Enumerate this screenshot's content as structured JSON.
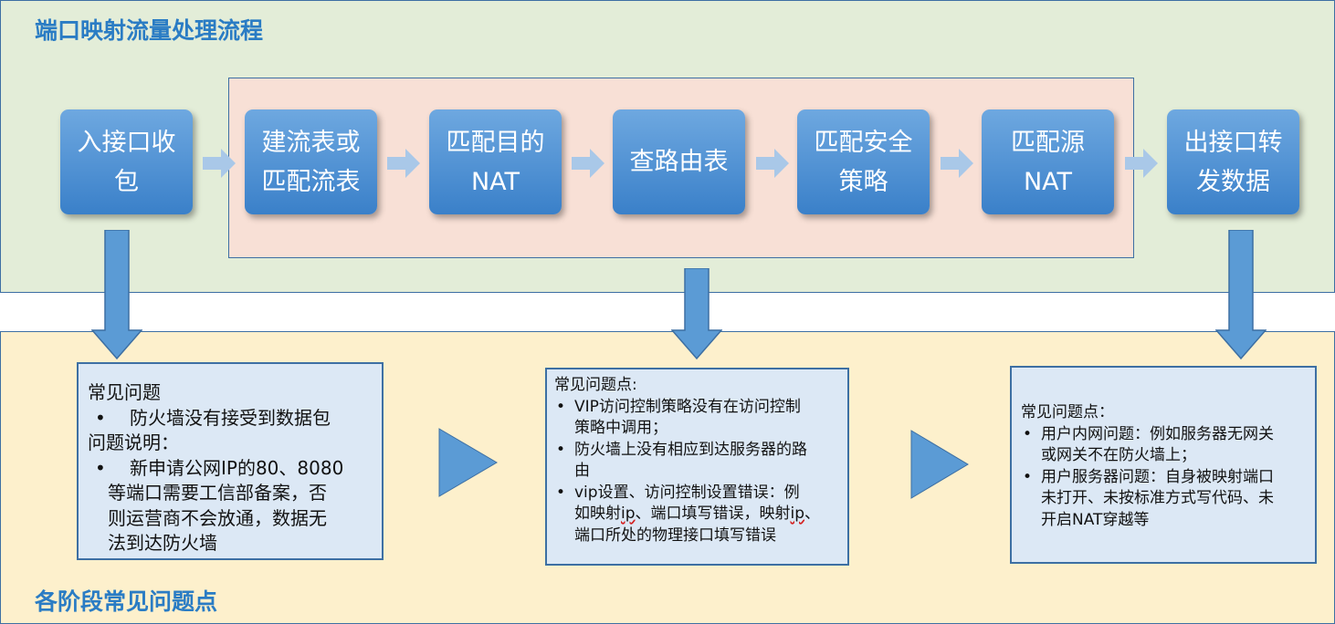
{
  "titles": {
    "flow": "端口映射流量处理流程",
    "stages": "各阶段常见问题点"
  },
  "steps": [
    {
      "line1": "入接口收",
      "line2": "包"
    },
    {
      "line1": "建流表或",
      "line2": "匹配流表"
    },
    {
      "line1": "匹配目的",
      "line2": "NAT"
    },
    {
      "line1": "查路由表",
      "line2": ""
    },
    {
      "line1": "匹配安全",
      "line2": "策略"
    },
    {
      "line1": "匹配源",
      "line2": "NAT"
    },
    {
      "line1": "出接口转",
      "line2": "发数据"
    }
  ],
  "problems": {
    "box1": {
      "heading": "常见问题",
      "bullet1": "防火墙没有接受到数据包",
      "subheading": "问题说明：",
      "bullet2": [
        "新申请公网IP的80、8080",
        "等端口需要工信部备案，否",
        "则运营商不会放通，数据无",
        "法到达防火墙"
      ]
    },
    "box2": {
      "heading": "常见问题点:",
      "items": [
        [
          "VIP访问控制策略没有在访问控制",
          "策略中调用；"
        ],
        [
          "防火墙上没有相应到达服务器的路",
          "由"
        ]
      ],
      "item3": {
        "line1": "vip设置、访问控制设置错误：例",
        "line2_a": "如映射",
        "line2_b": "ip",
        "line2_c": "、端口填写错误，映射",
        "line2_d": "ip",
        "line2_e": "、",
        "line3": "端口所处的物理接口填写错误"
      }
    },
    "box3": {
      "heading": "常见问题点：",
      "items": [
        [
          "用户内网问题：例如服务器无网关",
          "或网关不在防火墙上；"
        ],
        [
          "用户服务器问题：自身被映射端口",
          "未打开、未按标准方式写代码、未",
          "开启NAT穿越等"
        ]
      ]
    }
  },
  "colors": {
    "accent": "#2a7cc4",
    "step_fill": "#4a8fd6",
    "arrow_fill": "#5b9bd5",
    "top_panel": "#e3edd8",
    "bottom_panel": "#fdf0cc",
    "highlight_panel": "#f8e0d6",
    "problem_box": "#dce8f5"
  }
}
